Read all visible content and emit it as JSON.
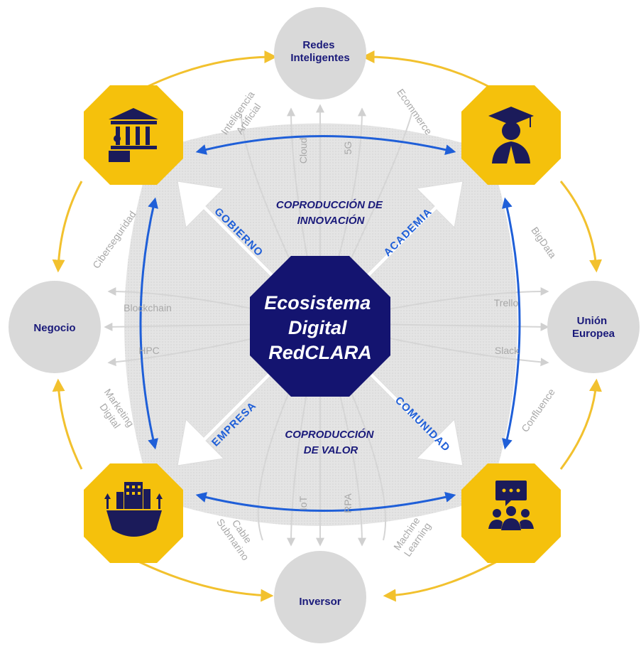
{
  "center": {
    "lines": [
      "Ecosistema",
      "Digital",
      "RedCLARA"
    ]
  },
  "outer_nodes": {
    "top": {
      "lines": [
        "Redes",
        "Inteligentes"
      ]
    },
    "left": {
      "lines": [
        "Negocio"
      ]
    },
    "right": {
      "lines": [
        "Unión",
        "Europea"
      ]
    },
    "bottom": {
      "lines": [
        "Inversor"
      ]
    }
  },
  "stakeholders": {
    "top_left": {
      "icon": "government-building-icon"
    },
    "top_right": {
      "icon": "graduate-icon"
    },
    "bottom_left": {
      "icon": "industry-gear-icon"
    },
    "bottom_right": {
      "icon": "community-chat-icon"
    }
  },
  "arrow_labels": {
    "top_left": "GOBIERNO",
    "top_right": "ACADEMIA",
    "bottom_left": "EMPRESA",
    "bottom_right": "COMUNIDAD"
  },
  "band_labels": {
    "top": [
      "COPRODUCCIÓN DE",
      "INNOVACIÓN"
    ],
    "bottom": [
      "COPRODUCCIÓN",
      "DE VALOR"
    ]
  },
  "technologies": {
    "inteligencia_artificial": [
      "Inteligencia",
      "Artificial"
    ],
    "cloud": "Cloud",
    "5g": "5G",
    "ecommerce": "Ecommerce",
    "ciberseguridad": "Ciberseguridad",
    "bigdata": "BigData",
    "blockchain": "Blockchain",
    "trello": "Trello",
    "hpc": "HPC",
    "slack": "Slack",
    "marketing_digital": [
      "Marketing",
      "Digital"
    ],
    "confluence": "Confluence",
    "cable_submarino": [
      "Cable",
      "Submarino"
    ],
    "iot": "IoT",
    "rpa": "RPA",
    "machine_learning": [
      "Machine",
      "Learning"
    ]
  },
  "colors": {
    "octagon_gold": "#f5c10c",
    "center_navy": "#141470",
    "node_gray": "#d9d9d9",
    "ring_gold": "#f2c12e",
    "blue_arrow": "#1f5fd8",
    "spoke_gray": "#d0d0d0",
    "band_gray": "#e6e6e6",
    "icon_navy": "#1b1b5a"
  }
}
